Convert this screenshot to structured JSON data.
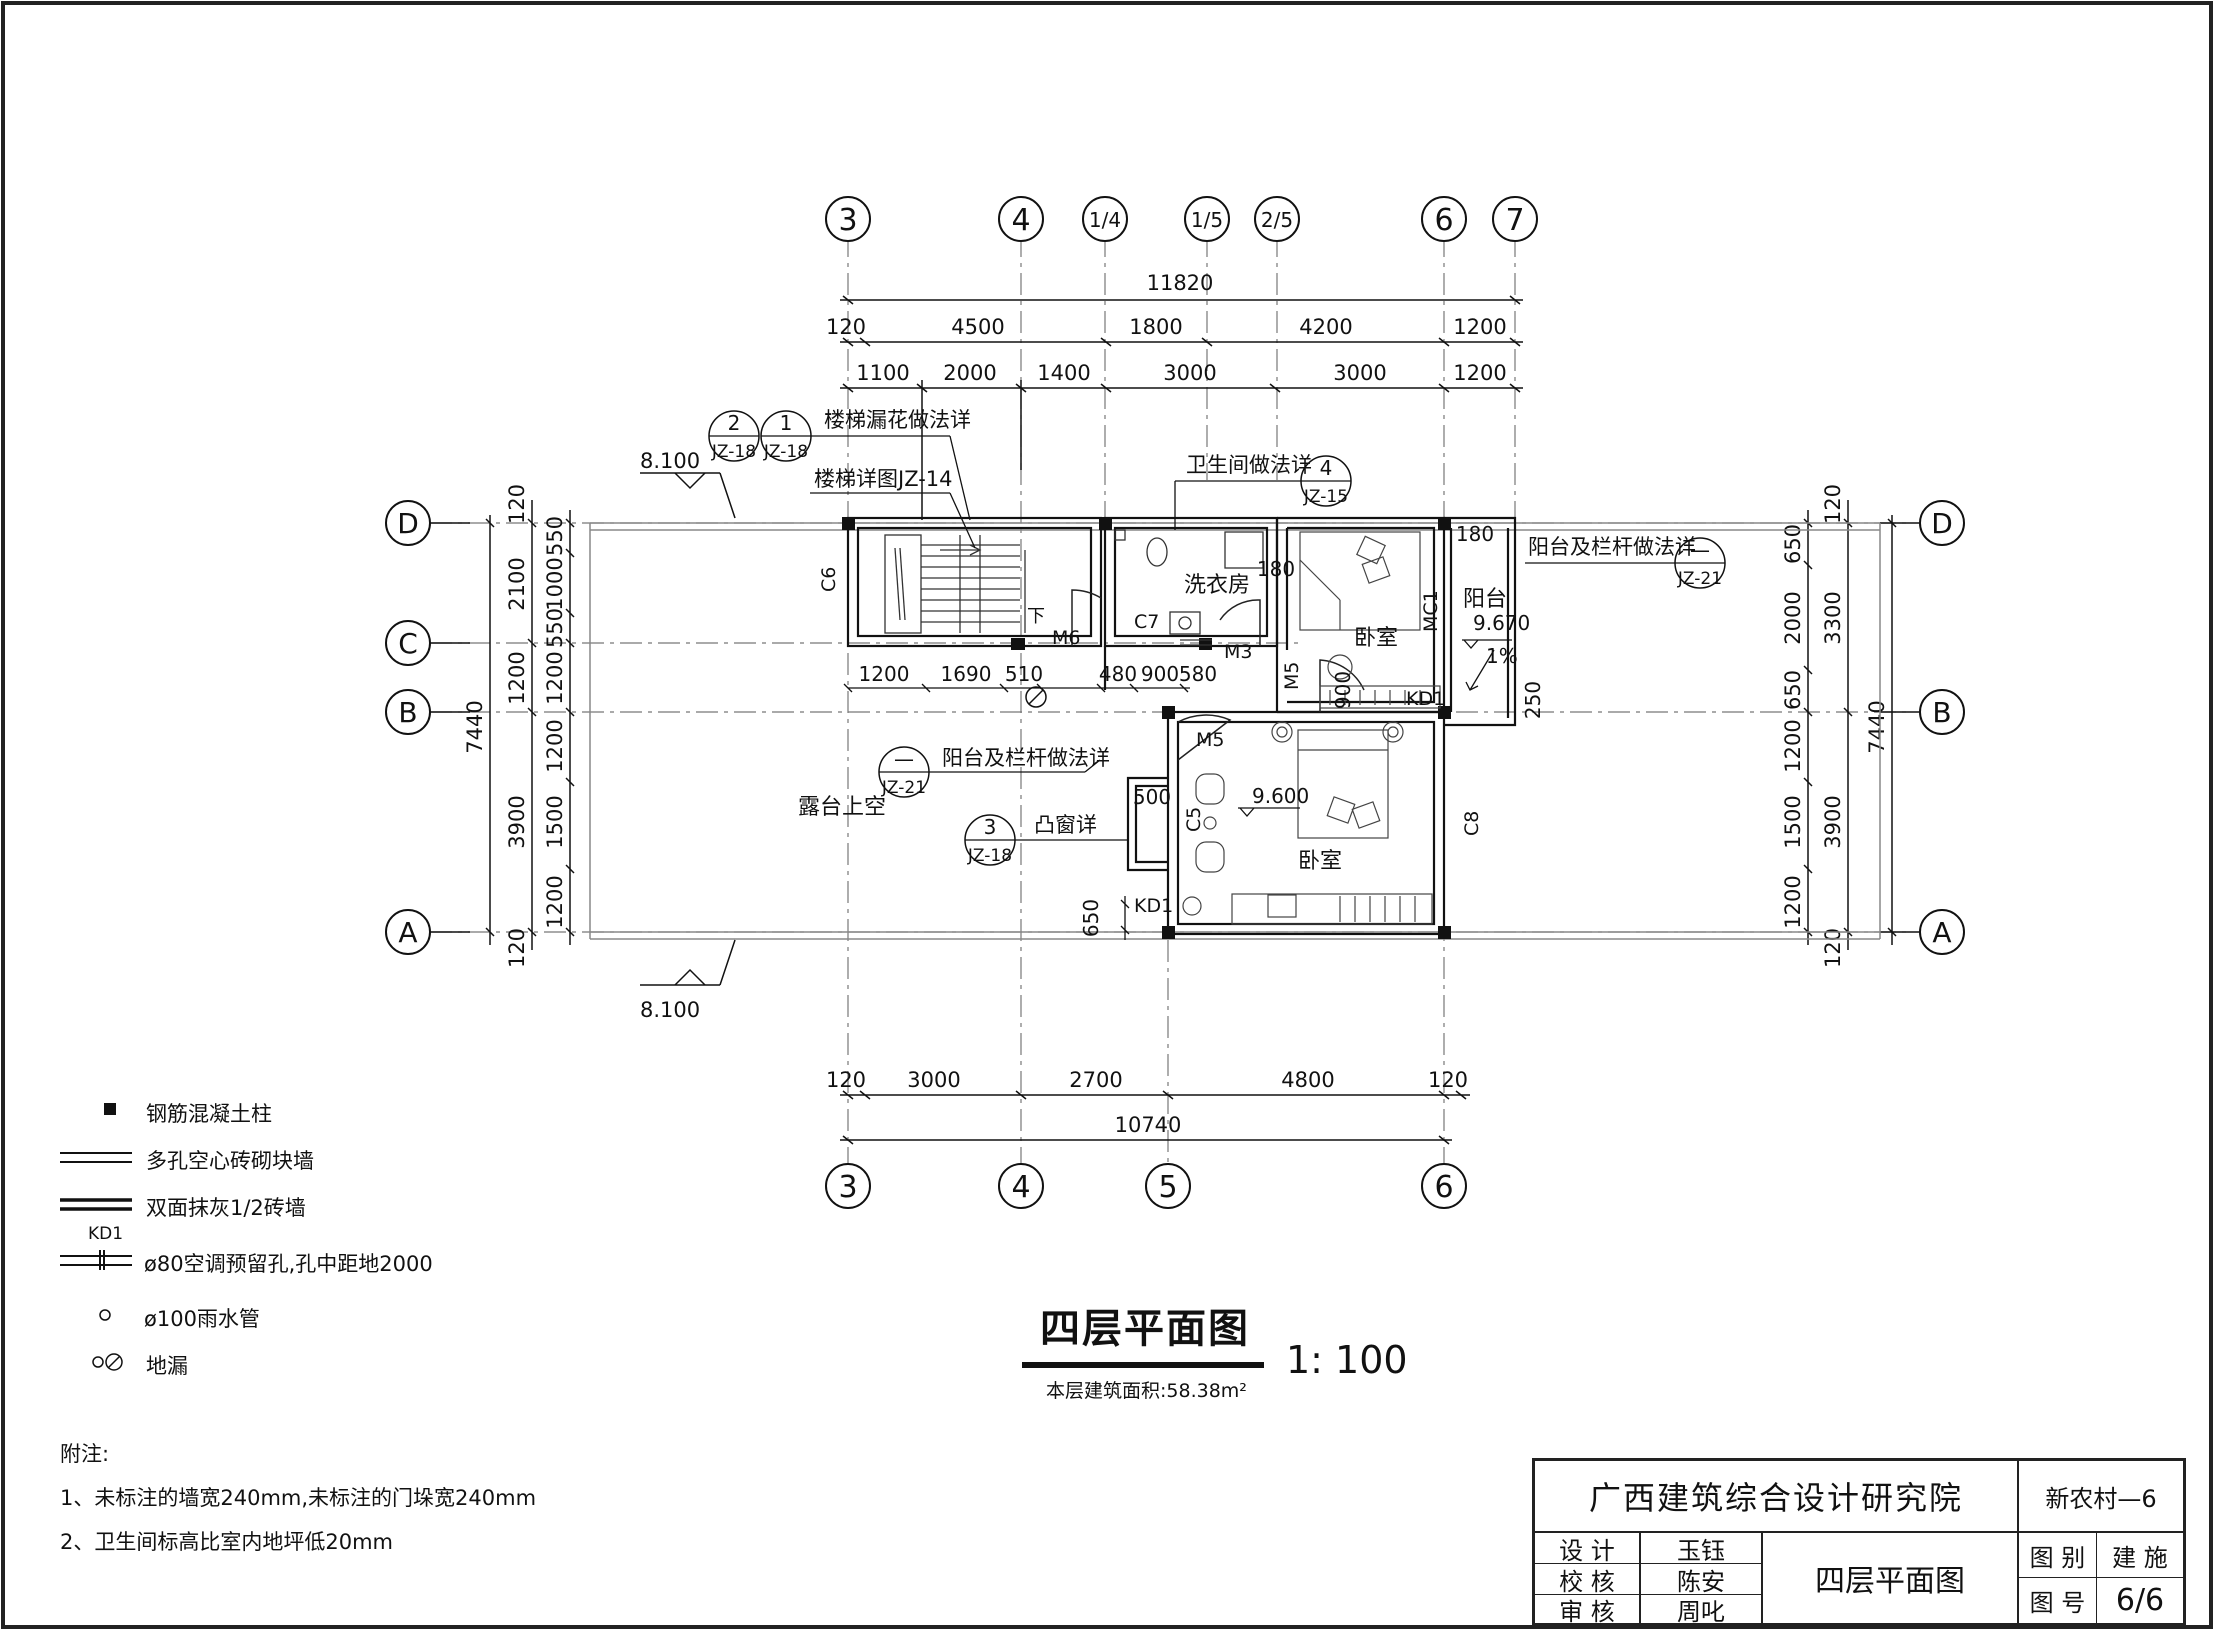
{
  "drawing": {
    "title": "四层平面图",
    "scale": "1: 100",
    "area_note": "本层建筑面积:58.38m²"
  },
  "axes": {
    "top": [
      "3",
      "4",
      "1/4",
      "1/5",
      "2/5",
      "6",
      "7"
    ],
    "bottom": [
      "3",
      "4",
      "5",
      "6"
    ],
    "left": [
      "D",
      "C",
      "B",
      "A"
    ],
    "right": [
      "D",
      "B",
      "A"
    ]
  },
  "dimensions": {
    "top_overall": "11820",
    "top_row2": [
      "120",
      "4500",
      "1800",
      "4200",
      "1200"
    ],
    "top_row3": [
      "1100",
      "2000",
      "1400",
      "3000",
      "3000",
      "1200"
    ],
    "bottom_row1": [
      "120",
      "3000",
      "2700",
      "4800",
      "120"
    ],
    "bottom_overall": "10740",
    "left_outer": "7440",
    "left_col2": [
      "120",
      "2100",
      "1200",
      "3900",
      "120"
    ],
    "left_col3": [
      "550",
      "1000",
      "550",
      "1200",
      "1200",
      "1500",
      "1200"
    ],
    "right_outer": "7440",
    "right_col2": [
      "120",
      "3300",
      "3900",
      "120"
    ],
    "right_col3": [
      "650",
      "2000",
      "650",
      "1200",
      "1500",
      "1200"
    ],
    "internal_row": [
      "1200",
      "1690",
      "510",
      "480",
      "900",
      "580"
    ],
    "misc": [
      "180",
      "180",
      "900",
      "250",
      "500",
      "650"
    ]
  },
  "elevations": {
    "top_left": "8.100",
    "bottom_left": "8.100",
    "bedroom": "9.600",
    "balcony": "9.670",
    "slope": "1%"
  },
  "rooms": {
    "laundry": "洗衣房",
    "bedroom_top": "卧室",
    "bedroom_main": "卧室",
    "balcony": "阳台",
    "terrace": "露台上空",
    "stair_down": "下"
  },
  "tags": {
    "c6": "C6",
    "c7": "C7",
    "c8": "C8",
    "c5": "C5",
    "m6": "M6",
    "m3": "M3",
    "m5a": "M5",
    "m5b": "M5",
    "mc1": "MC1",
    "kd1a": "KD1",
    "kd1b": "KD1"
  },
  "callouts": [
    {
      "text": "楼梯漏花做法详",
      "refs": [
        [
          "2",
          "JZ-18"
        ],
        [
          "1",
          "JZ-18"
        ]
      ]
    },
    {
      "text": "楼梯详图JZ-14",
      "refs": []
    },
    {
      "text": "卫生间做法详",
      "refs": [
        [
          "4",
          "JZ-15"
        ]
      ]
    },
    {
      "text": "阳台及栏杆做法详",
      "refs": [
        [
          "—",
          "JZ-21"
        ]
      ]
    },
    {
      "text": "阳台及栏杆做法详",
      "refs": [
        [
          "—",
          "JZ-21"
        ]
      ]
    },
    {
      "text": "凸窗详",
      "refs": [
        [
          "3",
          "JZ-18"
        ]
      ]
    }
  ],
  "legend": [
    {
      "icon": "column-icon",
      "label": "钢筋混凝土柱"
    },
    {
      "icon": "double-line-icon",
      "label": "多孔空心砖砌块墙"
    },
    {
      "icon": "thick-double-line-icon",
      "label": "双面抹灰1/2砖墙"
    },
    {
      "icon": "ac-hole-icon",
      "tag": "KD1",
      "label": "ø80空调预留孔,孔中距地2000"
    },
    {
      "icon": "downpipe-icon",
      "label": "ø100雨水管"
    },
    {
      "icon": "floor-drain-icon",
      "label": "地漏"
    }
  ],
  "notes": {
    "heading": "附注:",
    "items": [
      "1、未标注的墙宽240mm,未标注的门垛宽240mm",
      "2、卫生间标高比室内地坪低20mm"
    ]
  },
  "title_block": {
    "institute": "广西建筑综合设计研究院",
    "project": "新农村—6",
    "sheet_title": "四层平面图",
    "rows": [
      {
        "role": "设  计",
        "name": "玉钰"
      },
      {
        "role": "校  核",
        "name": "陈安"
      },
      {
        "role": "审  核",
        "name": "周叱"
      }
    ],
    "category_label": "图  别",
    "category_value": "建  施",
    "number_label": "图  号",
    "number_value": "6/6"
  }
}
